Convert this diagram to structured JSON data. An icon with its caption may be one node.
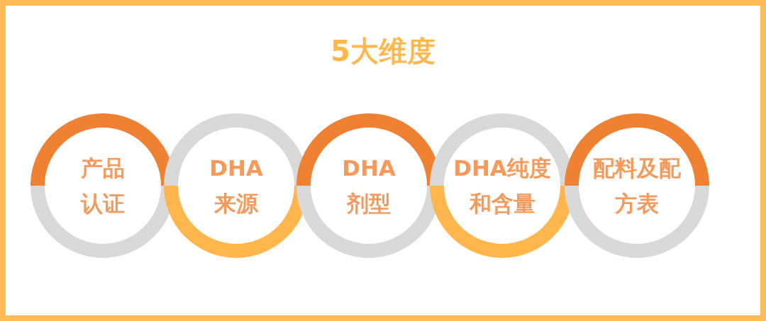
{
  "diagram": {
    "title": "5大维度",
    "nodes": [
      {
        "text": [
          "产品认证"
        ]
      },
      {
        "text": [
          "DHA来源"
        ]
      },
      {
        "text": [
          "DHA剂型"
        ]
      },
      {
        "text": [
          "DHA纯度和含量"
        ]
      },
      {
        "text": [
          "配料及配方表"
        ]
      }
    ]
  }
}
